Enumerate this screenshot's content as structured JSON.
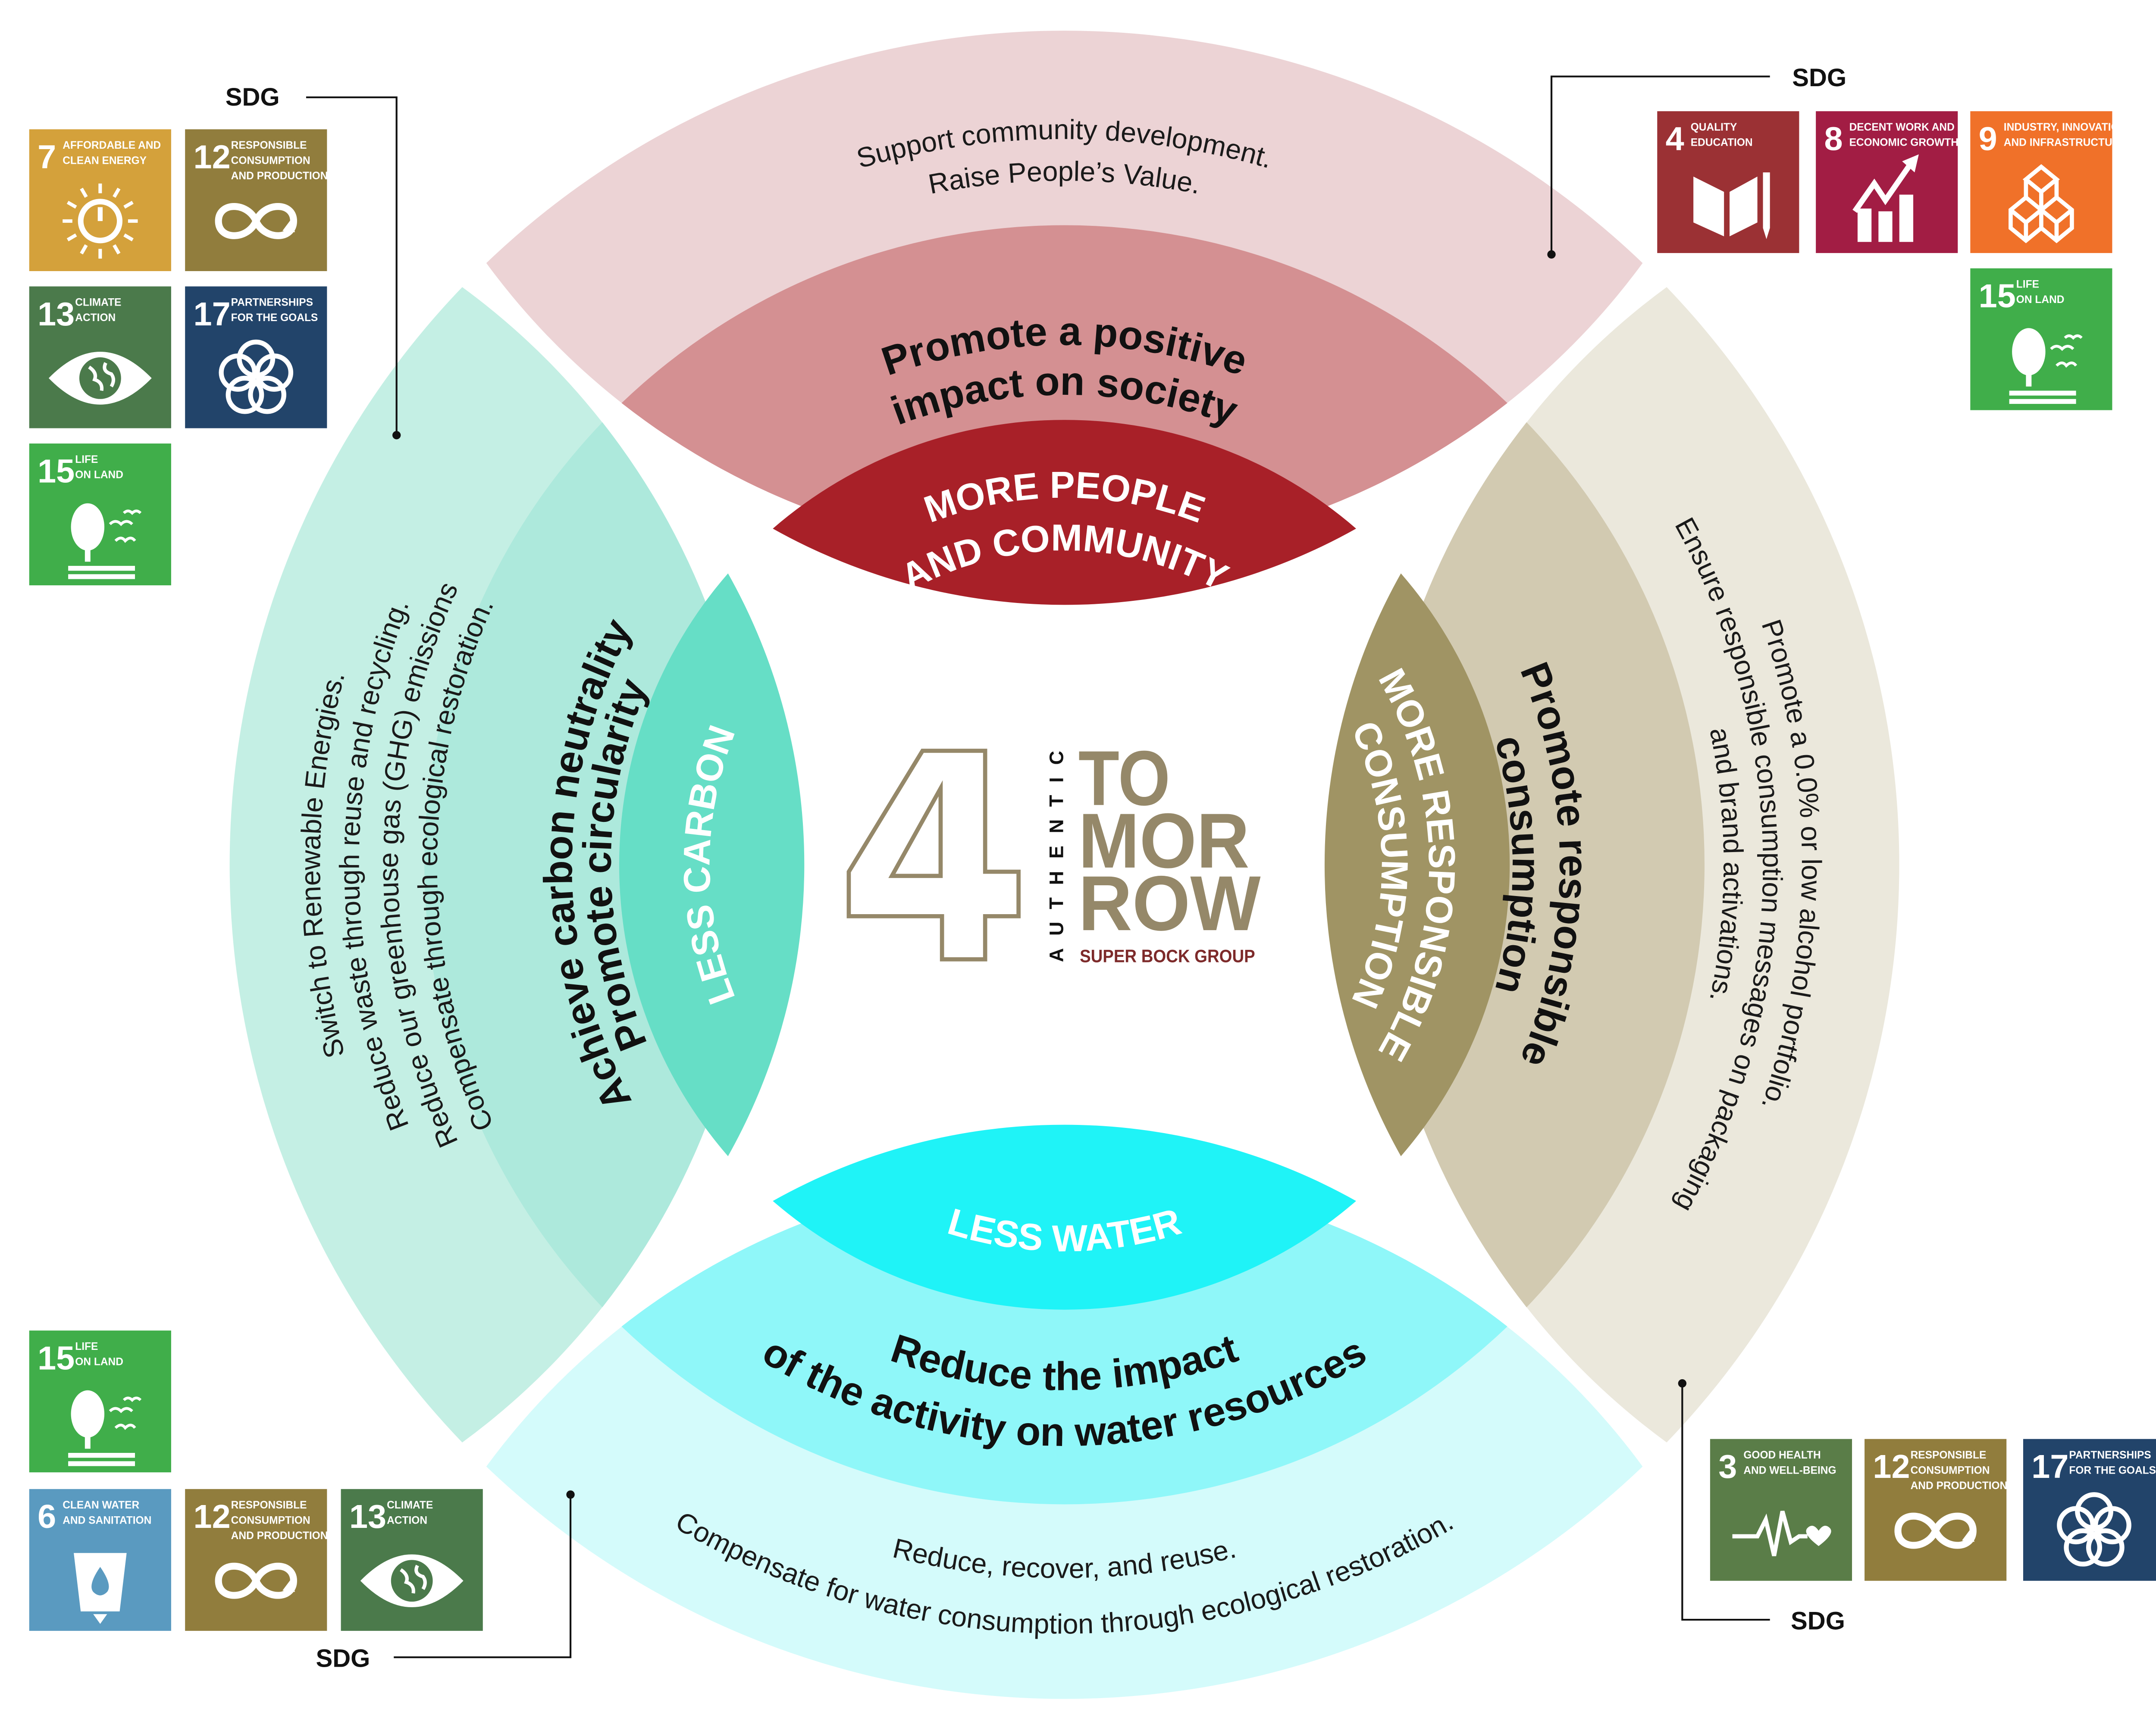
{
  "logo": {
    "number": "4",
    "vertical": "AUTHENTIC",
    "lines": [
      "TO",
      "MOR",
      "ROW"
    ],
    "group": "SUPER BOCK GROUP"
  },
  "colors": {
    "logo_gold": "#958869",
    "logo_red": "#7d2a2a",
    "top": [
      "#ecd3d5",
      "#d49092",
      "#a82028"
    ],
    "left": [
      "#c4efe4",
      "#ade9dc",
      "#66dec6"
    ],
    "bottom": [
      "#d4fbfb",
      "#8ff7f9",
      "#1ff3f7"
    ],
    "right": [
      "#ebe8dc",
      "#d2cab1",
      "#a09464"
    ]
  },
  "sectors": {
    "top": {
      "pillar": [
        "MORE PEOPLE",
        "AND COMMUNITY"
      ],
      "goal": [
        "Promote a positive",
        "impact on society"
      ],
      "actions": [
        "Support community development.",
        "Raise People’s Value."
      ]
    },
    "left": {
      "pillar": [
        "LESS CARBON"
      ],
      "goal": [
        "Achieve carbon neutrality",
        "Promote circularity"
      ],
      "actions": [
        "Switch to Renewable Energies.",
        "Reduce waste through reuse and recycling.",
        "Reduce our greenhouse gas (GHG) emissions",
        "Compensate through ecological restoration."
      ]
    },
    "bottom": {
      "pillar": [
        "LESS WATER"
      ],
      "goal": [
        "Reduce the impact",
        "of the activity on water resources"
      ],
      "actions": [
        "Reduce, recover, and reuse.",
        "Compensate for water consumption through ecological restoration."
      ]
    },
    "right": {
      "pillar": [
        "MORE RESPONSIBLE",
        "CONSUMPTION"
      ],
      "goal": [
        "Promote responsible",
        "consumption"
      ],
      "actions": [
        "Promote a 0.0% or low alcohol portfolio.",
        "Ensure responsible consumption messages on packaging",
        "and brand activations."
      ]
    }
  },
  "sdg_groups": [
    {
      "label": "SDG",
      "tiles": [
        {
          "number": "7",
          "label": [
            "AFFORDABLE AND",
            "CLEAN ENERGY"
          ],
          "color": "#d4a13b",
          "icon": "sun-power"
        },
        {
          "number": "12",
          "label": [
            "RESPONSIBLE",
            "CONSUMPTION",
            "AND PRODUCTION"
          ],
          "color": "#917d3d",
          "icon": "infinity"
        },
        {
          "number": "13",
          "label": [
            "CLIMATE",
            "ACTION"
          ],
          "color": "#4b7a4b",
          "icon": "eye-globe"
        },
        {
          "number": "17",
          "label": [
            "PARTNERSHIPS",
            "FOR THE GOALS"
          ],
          "color": "#22446a",
          "icon": "rings"
        },
        {
          "number": "15",
          "label": [
            "LIFE",
            "ON LAND"
          ],
          "color": "#40ae4a",
          "icon": "tree"
        }
      ]
    },
    {
      "label": "SDG",
      "tiles": [
        {
          "number": "4",
          "label": [
            "QUALITY",
            "EDUCATION"
          ],
          "color": "#9b3134",
          "icon": "book"
        },
        {
          "number": "8",
          "label": [
            "DECENT WORK AND",
            "ECONOMIC GROWTH"
          ],
          "color": "#a21d44",
          "icon": "growth-chart"
        },
        {
          "number": "9",
          "label": [
            "INDUSTRY, INNOVATION",
            "AND INFRASTRUCTURE"
          ],
          "color": "#f07129",
          "icon": "cubes"
        },
        {
          "number": "15",
          "label": [
            "LIFE",
            "ON LAND"
          ],
          "color": "#40ae4a",
          "icon": "tree"
        }
      ]
    },
    {
      "label": "SDG",
      "tiles": [
        {
          "number": "15",
          "label": [
            "LIFE",
            "ON LAND"
          ],
          "color": "#40ae4a",
          "icon": "tree"
        },
        {
          "number": "6",
          "label": [
            "CLEAN WATER",
            "AND SANITATION"
          ],
          "color": "#5a9ac0",
          "icon": "water-glass"
        },
        {
          "number": "12",
          "label": [
            "RESPONSIBLE",
            "CONSUMPTION",
            "AND PRODUCTION"
          ],
          "color": "#917d3d",
          "icon": "infinity"
        },
        {
          "number": "13",
          "label": [
            "CLIMATE",
            "ACTION"
          ],
          "color": "#4b7a4b",
          "icon": "eye-globe"
        }
      ]
    },
    {
      "label": "SDG",
      "tiles": [
        {
          "number": "3",
          "label": [
            "GOOD HEALTH",
            "AND WELL-BEING"
          ],
          "color": "#5a7d48",
          "icon": "heartbeat"
        },
        {
          "number": "12",
          "label": [
            "RESPONSIBLE",
            "CONSUMPTION",
            "AND PRODUCTION"
          ],
          "color": "#917d3d",
          "icon": "infinity"
        },
        {
          "number": "17",
          "label": [
            "PARTNERSHIPS",
            "FOR THE GOALS"
          ],
          "color": "#22446a",
          "icon": "rings"
        }
      ]
    }
  ]
}
